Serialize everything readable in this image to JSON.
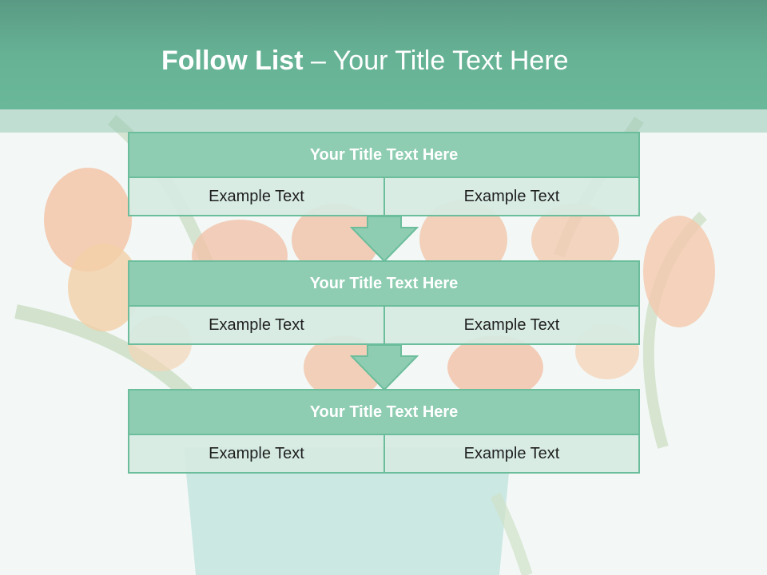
{
  "slide": {
    "title_bold": "Follow List",
    "title_rest": " – Your Title Text Here"
  },
  "colors": {
    "header_bar": "#66b295",
    "block_header": "#8ecdb2",
    "block_border": "#6bbd9c",
    "cell_fill": "#d6eae2",
    "arrow_fill": "#8ecdb2"
  },
  "blocks": [
    {
      "title": "Your Title Text Here",
      "left_text": "Example Text",
      "right_text": "Example Text"
    },
    {
      "title": "Your Title Text Here",
      "left_text": "Example Text",
      "right_text": "Example Text"
    },
    {
      "title": "Your Title Text Here",
      "left_text": "Example Text",
      "right_text": "Example Text"
    }
  ]
}
